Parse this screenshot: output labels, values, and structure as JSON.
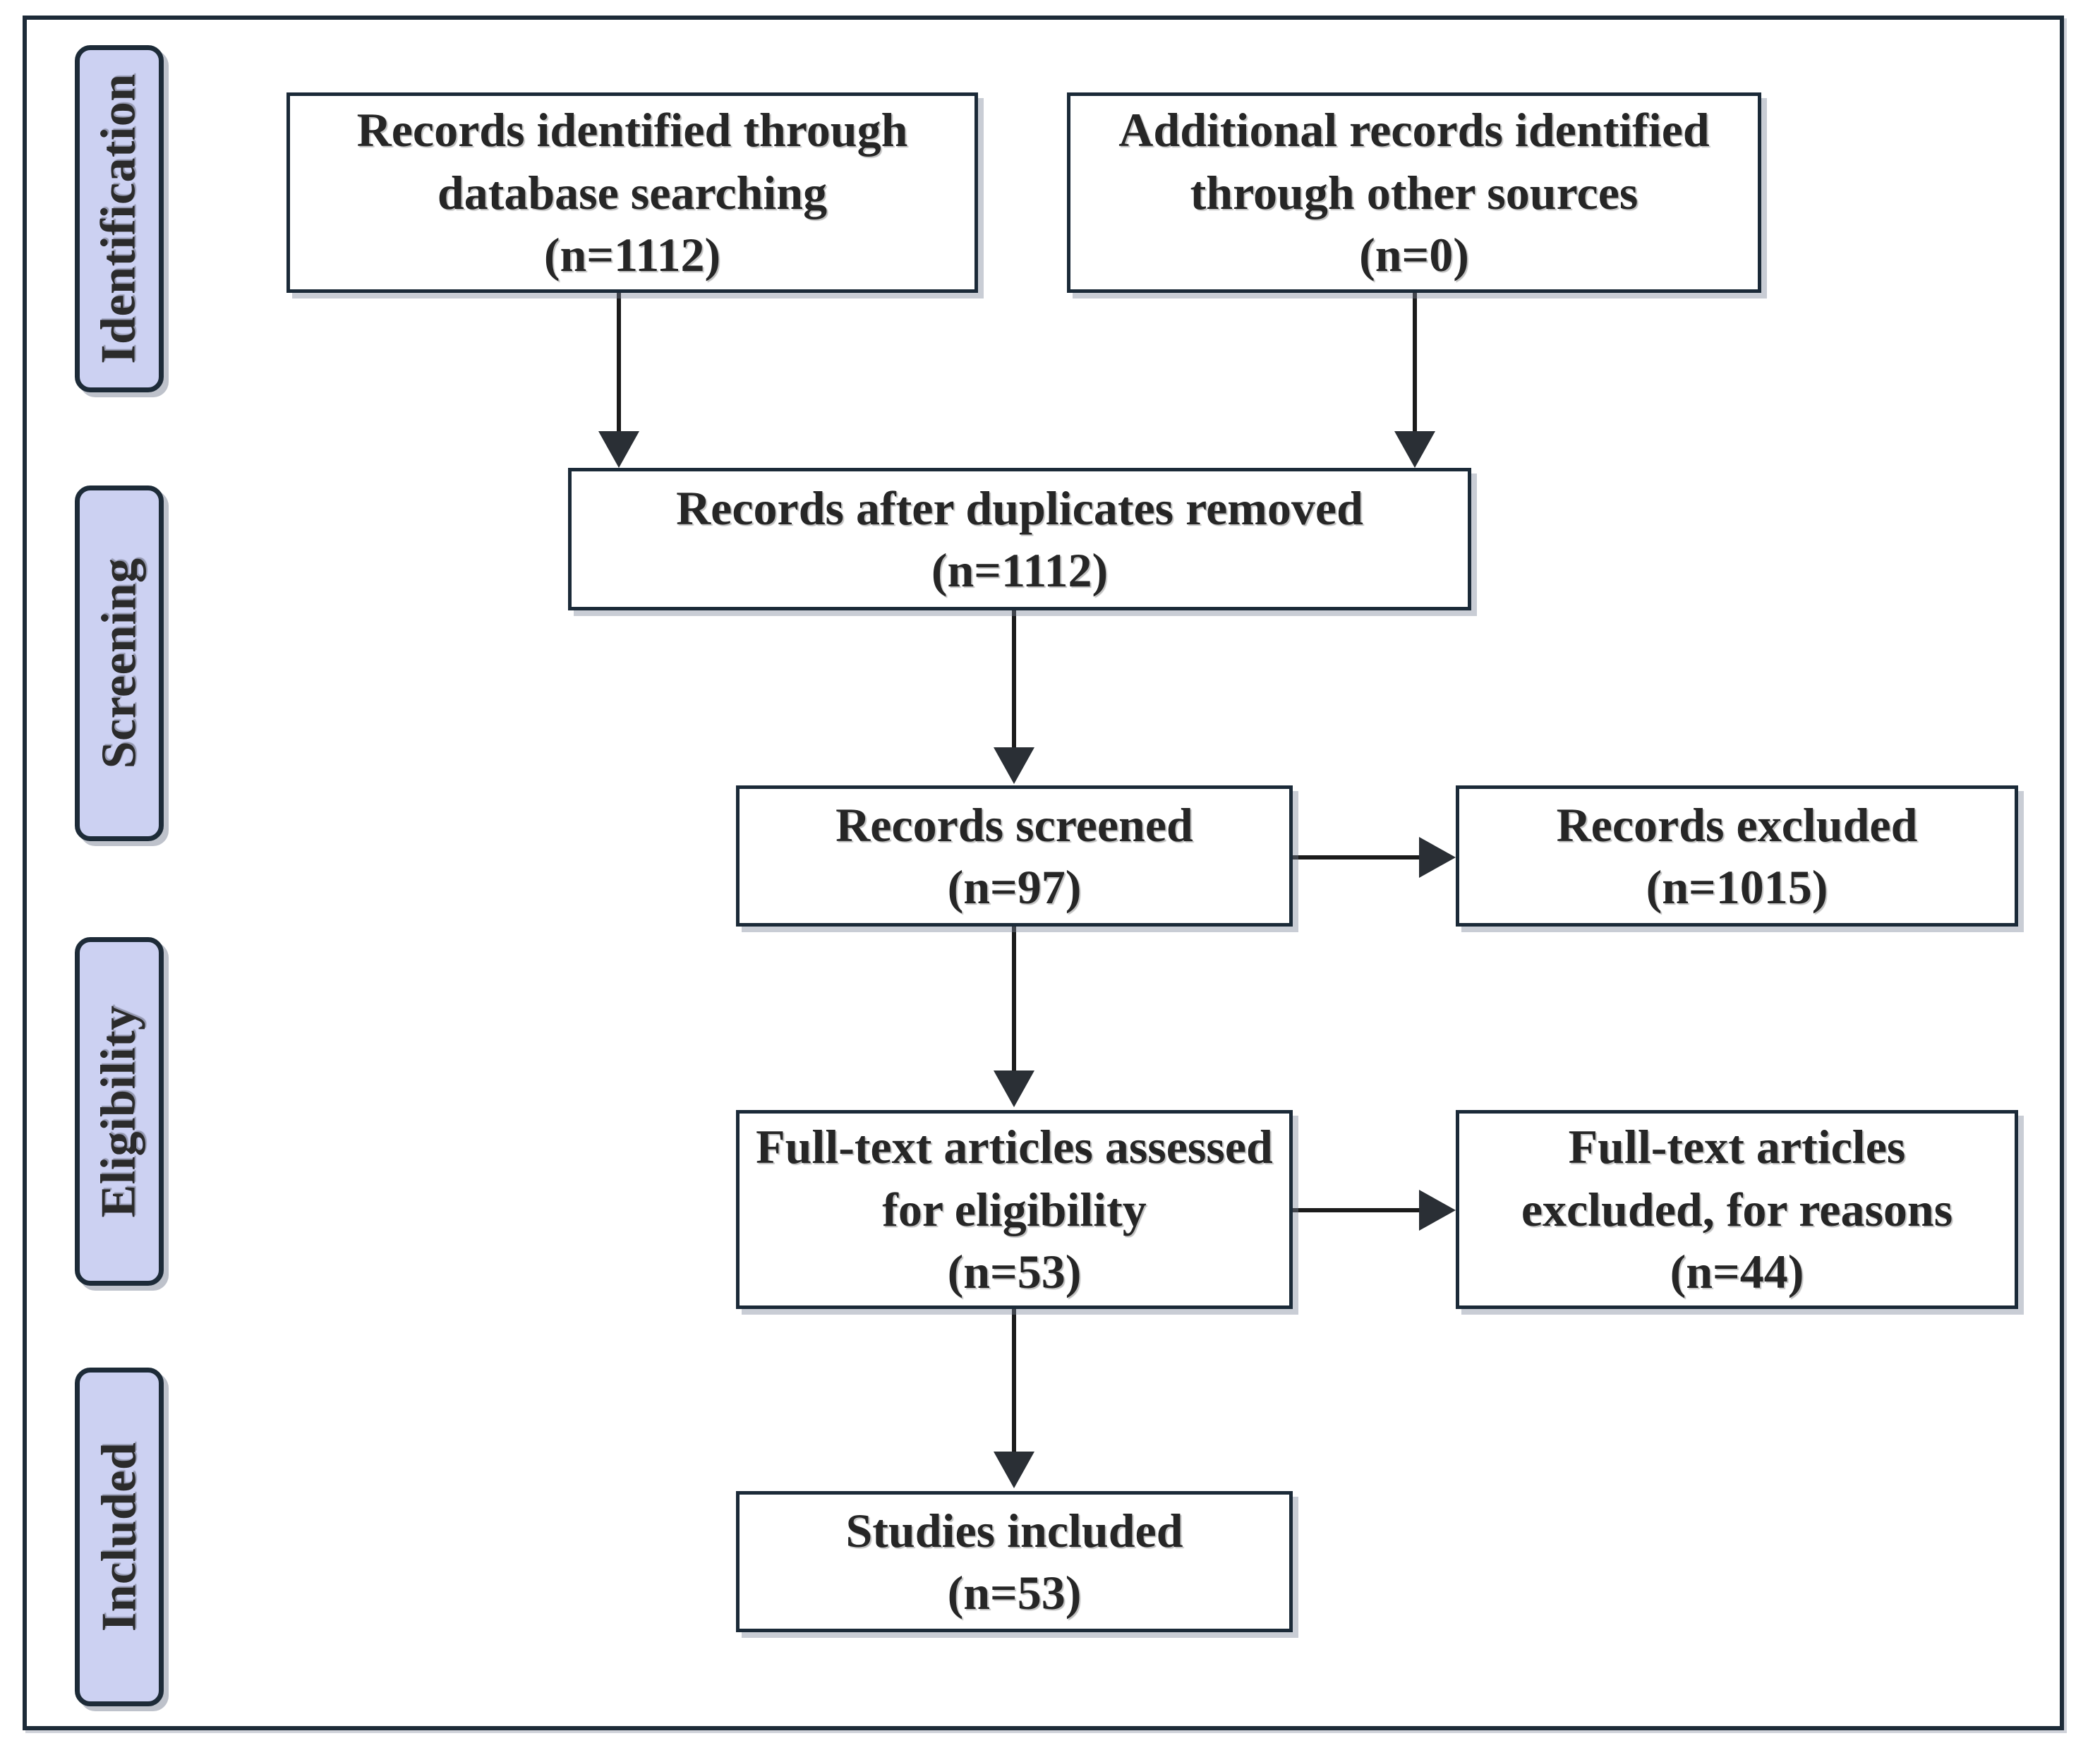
{
  "diagram": {
    "type": "prisma-flow-diagram",
    "frame_color": "#1d2b38",
    "pill_fill_color": "#ccd1f2",
    "box_border_color": "#1b2a38",
    "arrow_color": "#2a2f35"
  },
  "stages": [
    {
      "id": "identification",
      "label": "Identification"
    },
    {
      "id": "screening",
      "label": "Screening"
    },
    {
      "id": "eligibility",
      "label": "Eligibility"
    },
    {
      "id": "included",
      "label": "Included"
    }
  ],
  "boxes": {
    "db_search": {
      "line1": "Records identified through",
      "line2": "database searching",
      "count": "(n=1112)"
    },
    "other_sources": {
      "line1": "Additional records identified",
      "line2": "through other sources",
      "count": "(n=0)"
    },
    "duplicates_removed": {
      "line1": "Records after duplicates removed",
      "count": "(n=1112)"
    },
    "records_screened": {
      "line1": "Records screened",
      "count": "(n=97)"
    },
    "records_excluded": {
      "line1": "Records excluded",
      "count": "(n=1015)"
    },
    "fulltext_assessed": {
      "line1": "Full-text articles assessed",
      "line2": "for eligibility",
      "count": "(n=53)"
    },
    "fulltext_excluded": {
      "line1": "Full-text articles",
      "line2": "excluded, for reasons",
      "count": "(n=44)"
    },
    "studies_included": {
      "line1": "Studies included",
      "count": "(n=53)"
    }
  }
}
